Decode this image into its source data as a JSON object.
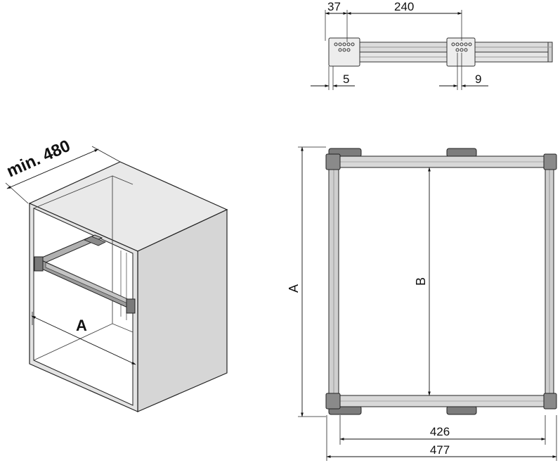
{
  "top_detail": {
    "dim_left": "37",
    "dim_spacing": "240",
    "dim_offset_left": "5",
    "dim_offset_right": "9"
  },
  "cabinet": {
    "depth_label": "min. 480",
    "width_label": "A"
  },
  "frame": {
    "height_label": "A",
    "inner_label": "B",
    "inner_width": "426",
    "outer_width": "477"
  }
}
